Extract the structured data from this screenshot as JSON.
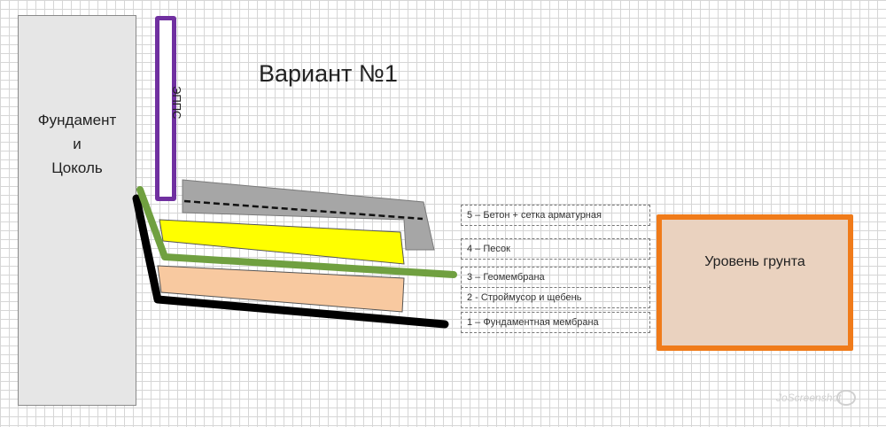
{
  "title": "Вариант №1",
  "foundation": {
    "line1": "Фундамент",
    "line2": "и",
    "line3": "Цоколь"
  },
  "epps": {
    "label": "ЭППС"
  },
  "ground": {
    "label": "Уровень грунта"
  },
  "layers": [
    {
      "label": "5 – Бетон + сетка арматурная",
      "color": "#a6a6a6"
    },
    {
      "label": "4 – Песок",
      "color": "#ffff00"
    },
    {
      "label": "3 – Геомембрана",
      "color": "#70a040"
    },
    {
      "label": "2 - Строймусор и щебень",
      "color": "#f8c9a0"
    },
    {
      "label": "1 – Фундаментная мембрана",
      "color": "#000000"
    }
  ],
  "colors": {
    "epps_border": "#7030a0",
    "ground_border": "#f07b1a",
    "ground_fill": "#ead2bf"
  },
  "watermark": "JoScreenshot"
}
